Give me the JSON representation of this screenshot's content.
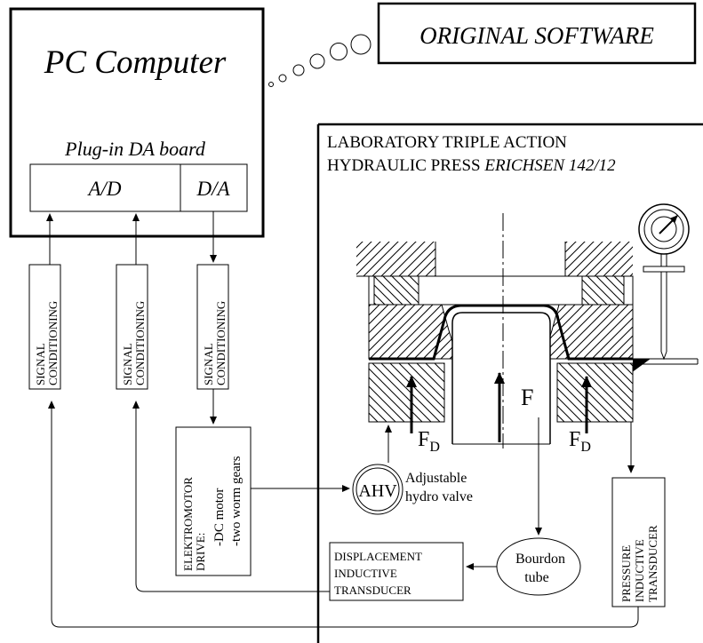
{
  "computer": {
    "title": "PC Computer",
    "board_label": "Plug-in DA board",
    "ad_label": "A/D",
    "da_label": "D/A"
  },
  "software": {
    "label": "ORIGINAL SOFTWARE"
  },
  "signal_conditioning": {
    "line1": "SIGNAL",
    "line2": "CONDITIONING"
  },
  "press": {
    "title_line1": "LABORATORY TRIPLE ACTION",
    "title_line2_prefix": "HYDRAULIC PRESS ",
    "title_line2_model": "ERICHSEN 142/12",
    "force_label": "F",
    "fd_main": "F",
    "fd_sub": "D"
  },
  "motor_drive": {
    "line1": "ELEKTROMOTOR",
    "line2": "DRIVE:",
    "line3": "-DC motor",
    "line4": "-two worm gears"
  },
  "valve": {
    "abbr": "AHV",
    "line1": "Adjustable",
    "line2": "hydro valve"
  },
  "bourdon": {
    "line1": "Bourdon",
    "line2": "tube"
  },
  "displacement_transducer": {
    "line1": "DISPLACEMENT",
    "line2": "INDUCTIVE",
    "line3": "TRANSDUCER"
  },
  "pressure_transducer": {
    "line1": "PRESSURE",
    "line2": "INDUCTIVE",
    "line3": "TRANSDUCER"
  }
}
